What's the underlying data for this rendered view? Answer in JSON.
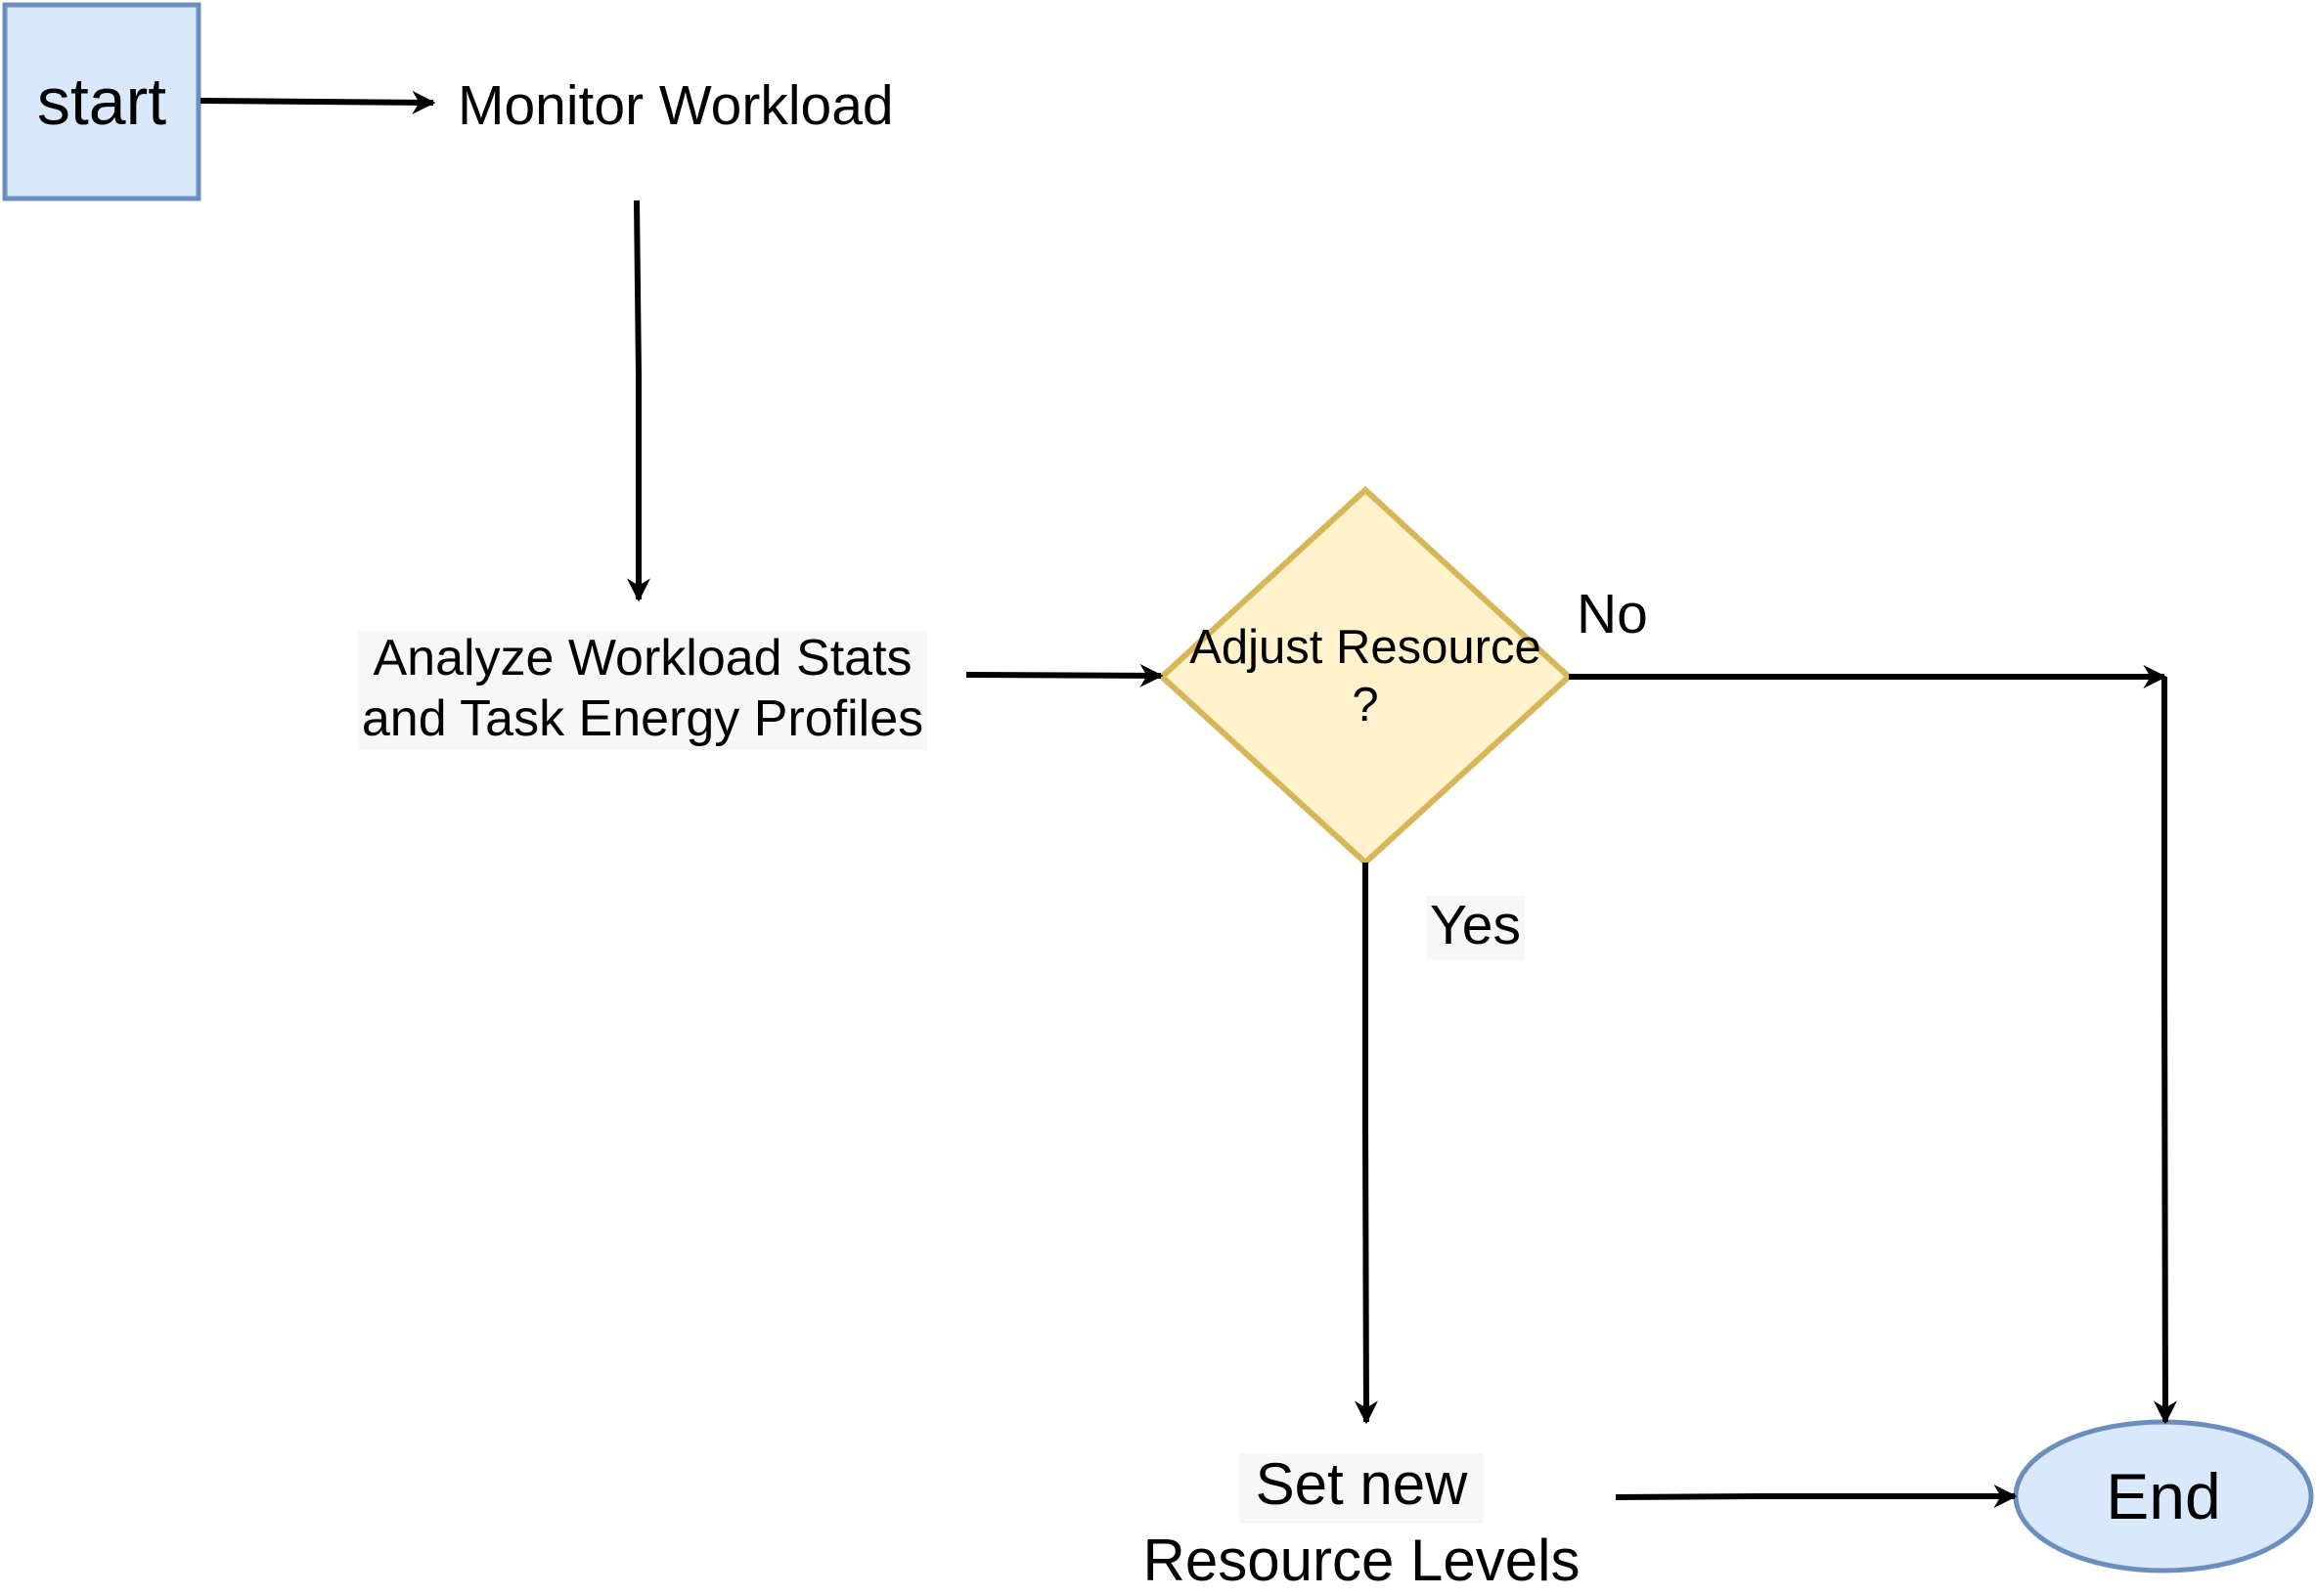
{
  "nodes": {
    "start": "start",
    "monitor": "Monitor Workload",
    "analyze": {
      "line1": "Analyze Workload Stats",
      "line2": "and Task Energy Profiles"
    },
    "decision": {
      "line1": "Adjust Resource",
      "line2": "?"
    },
    "set_levels": {
      "line1": "Set new",
      "line2": "Resource Levels"
    },
    "end": "End"
  },
  "edges": {
    "no_label": "No",
    "yes_label": "Yes"
  },
  "colors": {
    "start_fill": "#dae8fc",
    "start_stroke": "#6c8ebf",
    "decision_fill": "#fff2cc",
    "decision_stroke": "#d6b656",
    "end_fill": "#dae8fc",
    "end_stroke": "#6c8ebf",
    "edge": "#000000",
    "label_bg": "#f7f7f7"
  }
}
